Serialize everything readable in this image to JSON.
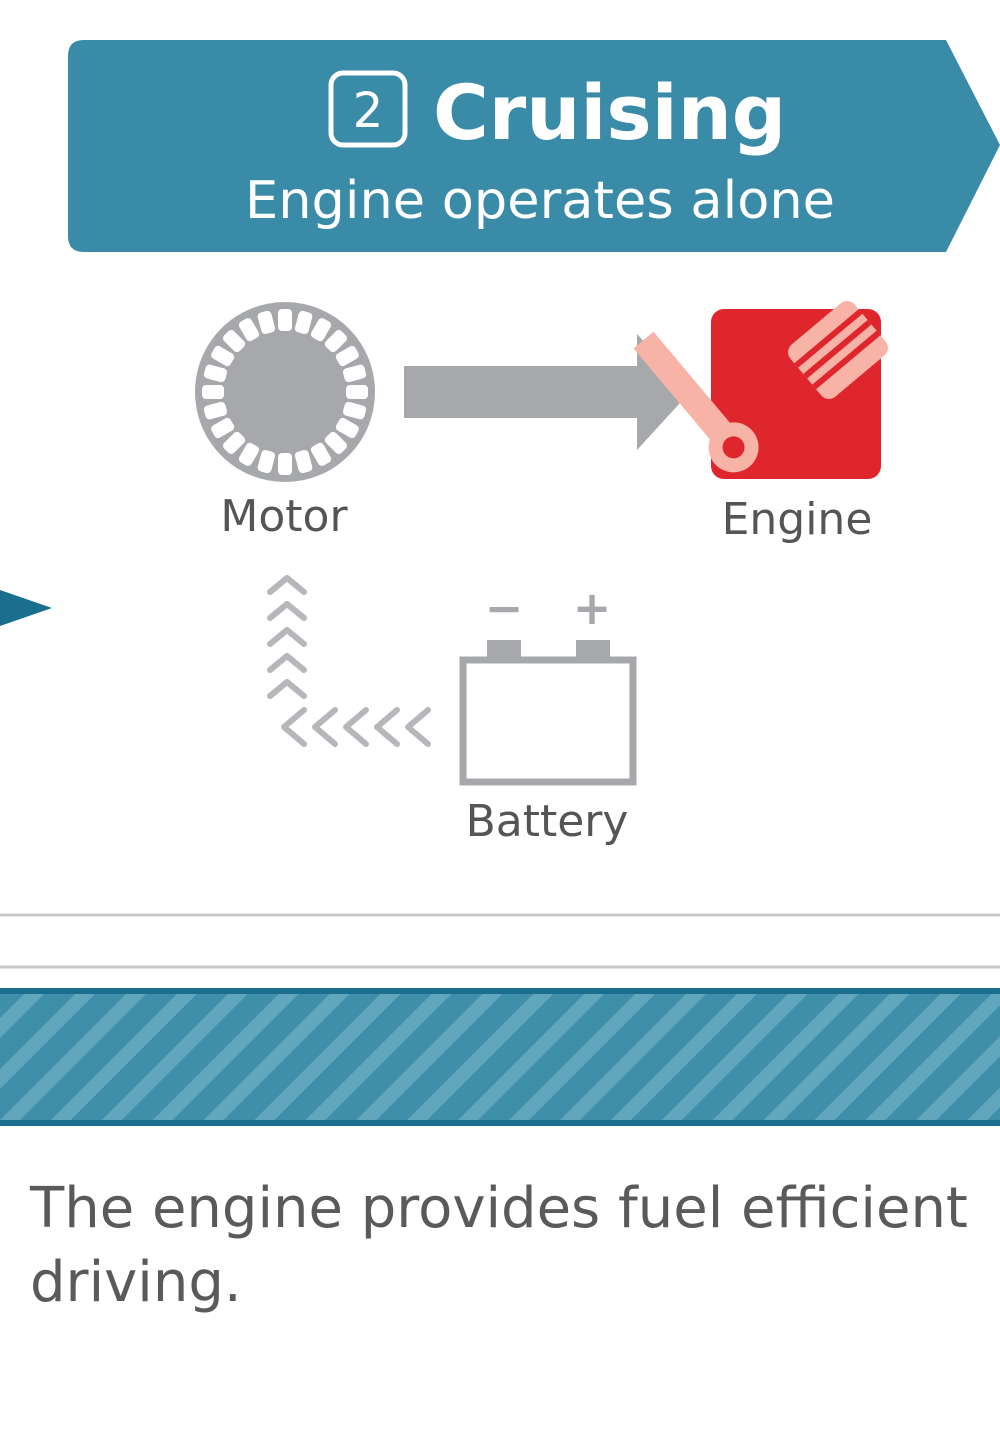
{
  "banner": {
    "step_number": "2",
    "title": "Cruising",
    "subtitle": "Engine operates alone",
    "color": "#3a8ba8"
  },
  "nodes": {
    "motor": {
      "label": "Motor",
      "icon": "motor-icon",
      "color": "#a7a8ab"
    },
    "engine": {
      "label": "Engine",
      "icon": "piston-icon",
      "color": "#e0262d"
    },
    "battery": {
      "label": "Battery",
      "icon": "battery-icon",
      "minus_symbol": "−",
      "plus_symbol": "+",
      "color": "#a7a8ab"
    }
  },
  "colors": {
    "flow_arrow": "#a7a8ab",
    "dashed_flow": "#b6b7ba",
    "accent_dark": "#1c6e8f",
    "divider": "#c8c8c8",
    "stripe_light": "#3f8fab",
    "stripe_dark": "#62a6be"
  },
  "description": {
    "text": "The engine provides fuel efficient driving."
  }
}
